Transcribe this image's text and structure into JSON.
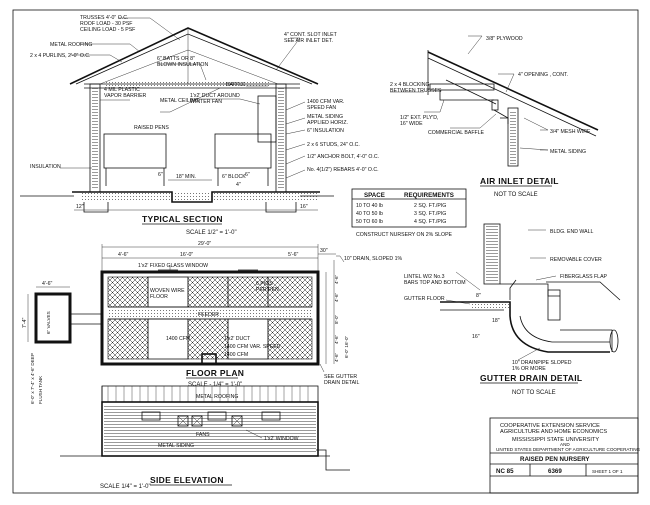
{
  "typical_section": {
    "title": "TYPICAL SECTION",
    "scale": "SCALE  1/2\" = 1'-0\"",
    "labels": {
      "trusses": "TRUSSES 4'-0\" O.C.",
      "roof_load": "ROOF LOAD - 30 PSF",
      "ceiling_load": "CEILING LOAD - 5 PSF",
      "metal_roofing": "METAL ROOFING",
      "purlins": "2 x 4 PURLINS, 2'-0\" O.C.",
      "batts": "6\" BATTS OR 8\"",
      "blown": "BLOWN INSULATION",
      "vapor1": "4 MIL PLASTIC",
      "vapor2": "VAPOR BARRIER",
      "duct1": "1'x2' DUCT AROUND",
      "duct2": "WINTER FAN",
      "metal_ceiling": "METAL CEILING",
      "raised_pens": "RAISED PENS",
      "insulation": "INSULATION",
      "slot1": "4\" CONT. SLOT INLET",
      "slot2": "SEE AIR INLET DET.",
      "baffle": "BAFFLE",
      "fan1": "1400 CFM VAR.",
      "fan2": "SPEED FAN",
      "siding1": "METAL SIDING",
      "siding2": "APPLIED HORIZ.",
      "ins6": "6\" INSULATION",
      "studs": "2 x 6 STUDS, 24\" O.C.",
      "anchor": "1/2\" ANCHOR BOLT, 4'-0\" O.C.",
      "rebars": "No. 4(1/2\") REBARS 4'-0\" O.C.",
      "block": "6\" BLOCK",
      "min": "18\" MIN.",
      "dim_6a": "6\"",
      "dim_6b": "6\"",
      "dim_4": "4\"",
      "dim_12": "12\"",
      "dim_16": "16\""
    }
  },
  "air_inlet": {
    "title": "AIR INLET DETAIL",
    "subtitle": "NOT TO SCALE",
    "labels": {
      "plywood": "3/8\" PLYWOOD",
      "opening": "4\" OPENING , CONT.",
      "blocking1": "2 x 4 BLOCKING",
      "blocking2": "BETWEEN TRUSSES",
      "ext1": "1/2\" EXT. PLY'D,",
      "ext2": "16\" WIDE",
      "baffle": "COMMERCIAL BAFFLE",
      "mesh": "3/4\" MESH WIRE",
      "siding": "METAL SIDING"
    }
  },
  "space_table": {
    "header_left": "SPACE",
    "header_right": "REQUIREMENTS",
    "rows": [
      {
        "range": "10  TO  40  lb",
        "space": "2  SQ. FT./PIG"
      },
      {
        "range": "40  TO  50  lb",
        "space": "3  SQ. FT./PIG"
      },
      {
        "range": "50  TO  60  lb",
        "space": "4  SQ. FT./PIG"
      }
    ],
    "note": "CONSTRUCT NURSERY ON 2% SLOPE"
  },
  "floor_plan": {
    "title": "FLOOR PLAN",
    "scale": "SCALE - 1/4\" = 1'-0\"",
    "labels": {
      "window": "1'x2' FIXED GLASS WINDOW",
      "woven1": "WOVEN WIRE",
      "woven2": "FLOOR",
      "pigs1": "6 PIGS",
      "pigs2": "PER PEN",
      "feeder": "FEEDER",
      "cfm1400": "1400 CFM",
      "duct": "1'x2' DUCT",
      "cfm_var": "1400 CFM VAR. SPEED",
      "cfm_var2": "1400 CFM",
      "drain1": "10\" DRAIN, SLOPED 1%",
      "gutter1": "SEE GUTTER",
      "gutter2": "DRAIN DETAIL",
      "dim_total": "29'-0\"",
      "dim_16": "16'-0\"",
      "dim_4_6a": "4'-6\"",
      "dim_5_6": "5'-6\"",
      "dim_30": "30\"",
      "dim_4_6b": "4'-6\"",
      "side_dims": [
        "4'-6\"",
        "4'-6\"",
        "8'-0\"",
        "4'-6\"",
        "4'-6\""
      ],
      "outer_dim": "6'-0\"  16'-0\""
    }
  },
  "flush_tank": {
    "dim_top": "4'-6\"",
    "dim_side": "7'-4\"",
    "valves": "6\" VALVES",
    "label1": "6'-0\" x 7'-4\" x 4'-6\" DEEP",
    "label2": "FLUSH TANK"
  },
  "gutter": {
    "title": "GUTTER DRAIN DETAIL",
    "subtitle": "NOT TO SCALE",
    "labels": {
      "bldg": "BLDG. END WALL",
      "cover": "REMOVABLE COVER",
      "flap": "FIBERGLASS FLAP",
      "lintel1": "LINTEL W/2 No.3",
      "lintel2": "BARS TOP AND BOTTOM",
      "gutter_floor": "GUTTER FLOOR",
      "drain1": "10\" DRAINPIPE SLOPED",
      "drain2": "1% OR MORE",
      "dim_8": "8\"",
      "dim_18": "18\"",
      "dim_16": "16\""
    }
  },
  "side_elevation": {
    "title": "SIDE ELEVATION",
    "scale": "SCALE  1/4\" = 1'-0\"",
    "labels": {
      "roofing": "METAL ROOFING",
      "fans": "FANS",
      "siding": "METAL SIDING",
      "window": "1'x2' WINDOW"
    }
  },
  "title_block": {
    "line1": "COOPERATIVE EXTENSION SERVICE",
    "line2": "AGRICULTURE AND HOME ECONOMICS",
    "line3": "MISSISSIPPI STATE UNIVERSITY",
    "line4": "AND",
    "line5": "UNITED STATES DEPARTMENT OF AGRICULTURE COOPERATING",
    "project": "RAISED PEN NURSERY",
    "plan_no": "NC 85",
    "number": "6369",
    "sheet": "SHEET 1 OF 1"
  }
}
